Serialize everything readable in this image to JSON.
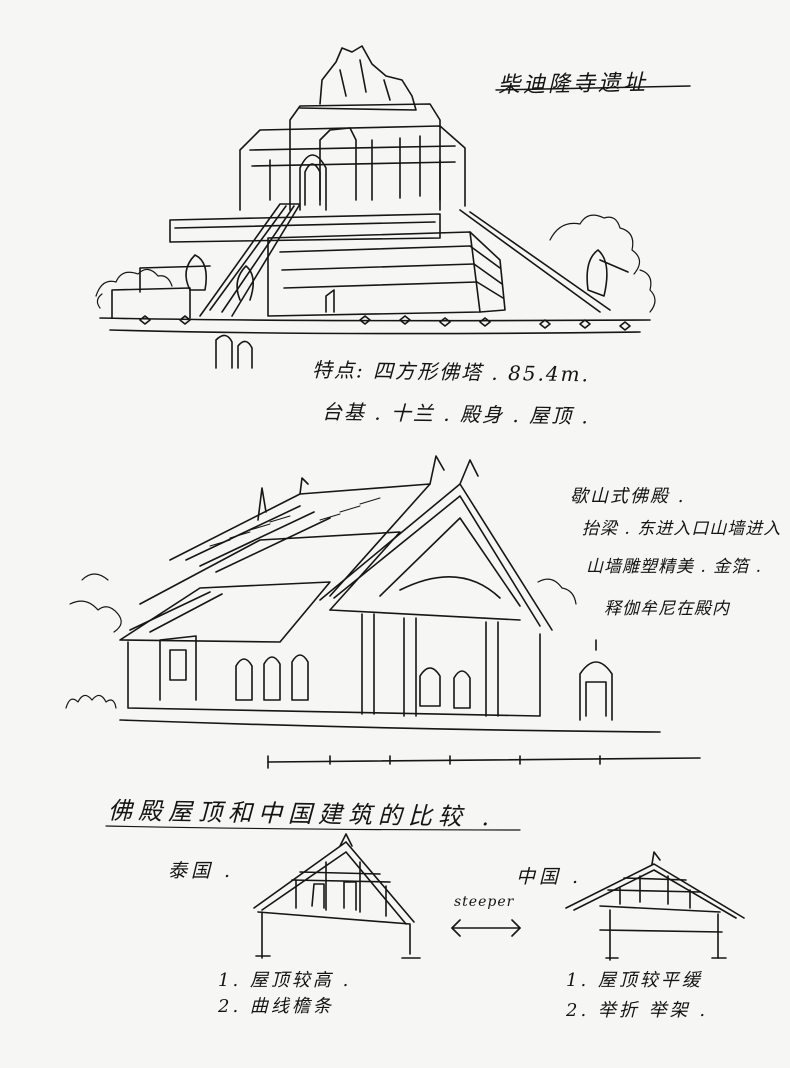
{
  "texts": {
    "title": "柴迪隆寺遗址",
    "pagoda_feature": "特点: 四方形佛塔 . 85.4m.",
    "pagoda_parts": "台基 . 十兰 . 殿身 . 屋顶 .",
    "hall_note_1": "歇山式佛殿 .",
    "hall_note_2": "抬梁 . 东进入口山墙进入",
    "hall_note_3": "山墙雕塑精美 . 金箔 .",
    "hall_note_4": "释伽牟尼在殿内",
    "compare_heading": "佛殿屋顶和中国建筑的比较 .",
    "thai_label": "泰国 .",
    "china_label": "中国 .",
    "steeper_label": "steeper",
    "thai_point_1": "1. 屋顶较高 .",
    "thai_point_2": "2. 曲线檐条",
    "china_point_1": "1. 屋顶较平缓",
    "china_point_2": "2. 举折 举架 ."
  },
  "colors": {
    "ink": "#141414",
    "paper": "#f6f6f4"
  }
}
